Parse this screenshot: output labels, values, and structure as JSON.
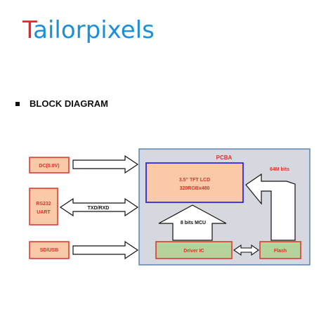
{
  "logo": {
    "first_letter": "T",
    "rest": "ailorpixels"
  },
  "heading": "BLOCK DIAGRAM",
  "diagram": {
    "pcba_label": "PCBA",
    "inputs": [
      {
        "label": "DC(5.0V)"
      },
      {
        "label_line1": "RS232",
        "label_line2": "UART"
      },
      {
        "label": "SD/USB"
      }
    ],
    "uart_link_label": "TXD/RXD",
    "lcd_line1": "3.5” TFT LCD",
    "lcd_line2": "320RGBx480",
    "mcu_label": "8 bits MCU",
    "flash_link_label": "64M bits",
    "driver_ic_label": "Driver IC",
    "flash_label": "Flash",
    "colors": {
      "input_fill": "#f9c9a8",
      "input_border": "#e0302a",
      "pcba_fill": "#d5d8de",
      "pcba_border": "#5b83b0",
      "lcd_fill": "#f9c9a8",
      "lcd_border": "#2b2be0",
      "chip_fill": "#b5d39a",
      "label_red": "#e0302a"
    }
  }
}
